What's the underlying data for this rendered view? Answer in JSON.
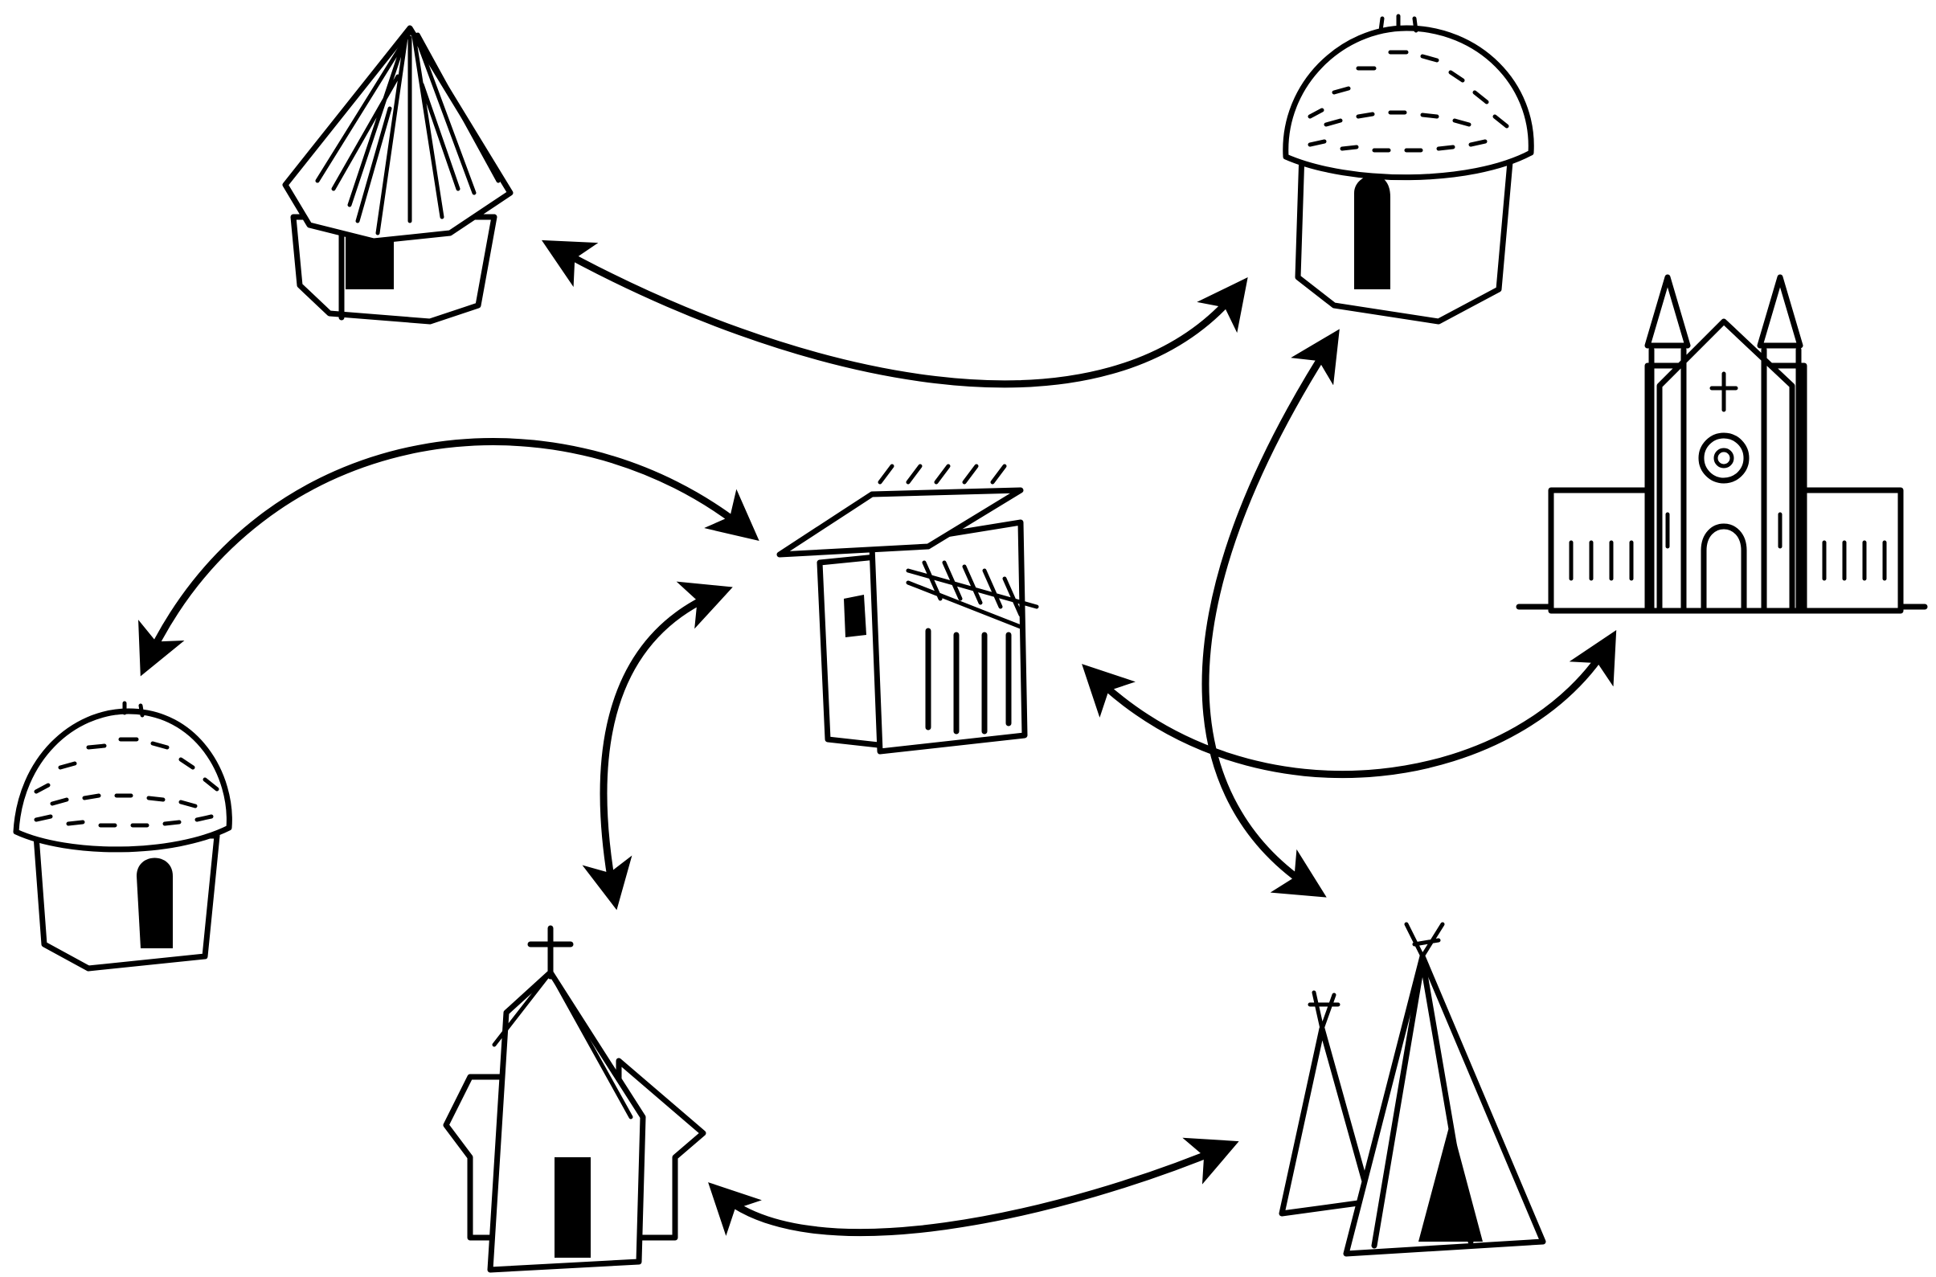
{
  "diagram": {
    "ink_color": "#000000",
    "background_color": "#ffffff",
    "nodes": [
      {
        "id": "hut-top-left",
        "icon": "conical-thatched-hut-icon"
      },
      {
        "id": "hut-top-right",
        "icon": "round-thatched-hut-icon"
      },
      {
        "id": "cathedral",
        "icon": "cathedral-icon"
      },
      {
        "id": "shack-center",
        "icon": "wooden-shack-icon"
      },
      {
        "id": "hut-left",
        "icon": "round-thatched-hut-icon"
      },
      {
        "id": "chapel",
        "icon": "small-chapel-icon"
      },
      {
        "id": "tepees",
        "icon": "tepee-icon"
      }
    ],
    "connections": [
      {
        "from": "hut-top-left",
        "to": "hut-top-right",
        "direction": "both"
      },
      {
        "from": "hut-left",
        "to": "shack-center",
        "direction": "both"
      },
      {
        "from": "shack-center",
        "to": "chapel",
        "direction": "both"
      },
      {
        "from": "shack-center",
        "to": "cathedral",
        "direction": "both"
      },
      {
        "from": "hut-top-right",
        "to": "tepees",
        "direction": "both"
      },
      {
        "from": "chapel",
        "to": "tepees",
        "direction": "both"
      }
    ]
  }
}
